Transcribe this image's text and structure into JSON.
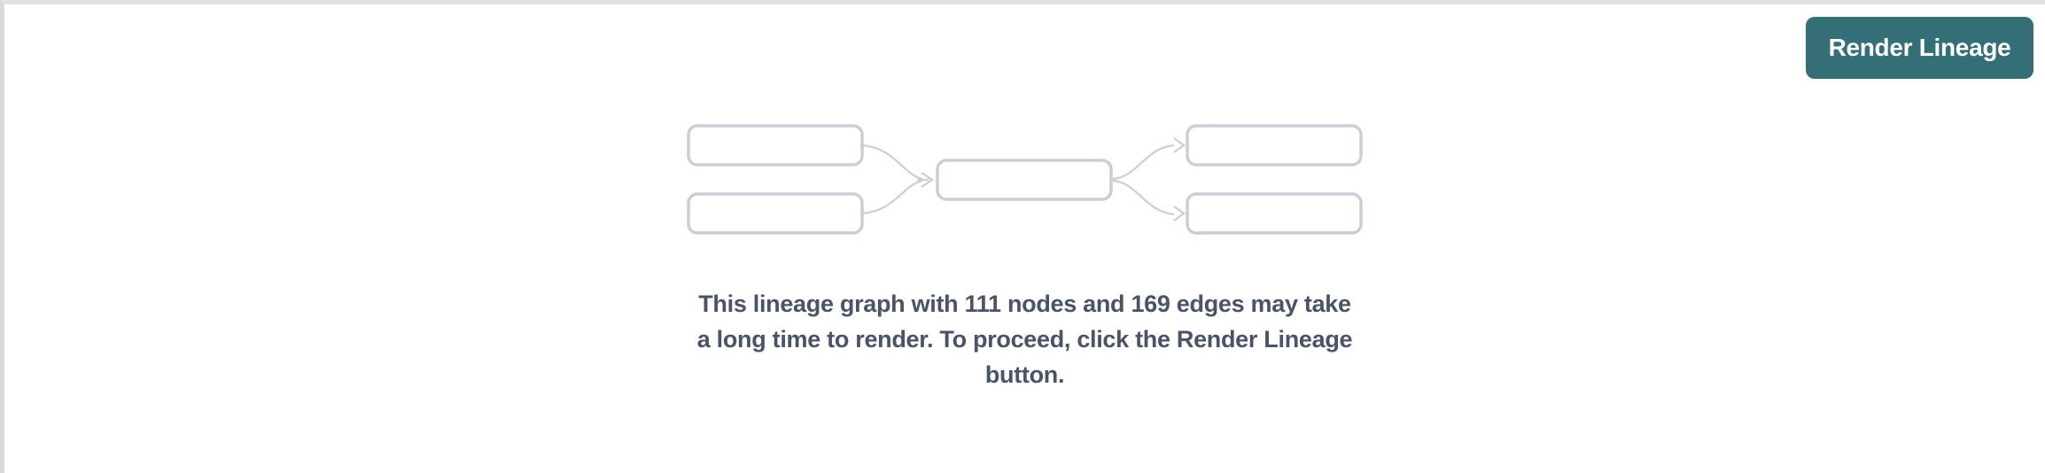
{
  "header": {
    "render_button_label": "Render Lineage"
  },
  "placeholder": {
    "message_text": "This lineage graph with 111 nodes and 169 edges may take a long time to render. To proceed, click the Render Lineage button.",
    "message_lines": [
      "This lineage graph with 111 nodes and 169 edges may take",
      "a long time to render. To proceed, click the Render Lineage",
      "button."
    ],
    "node_count": "111",
    "edge_count": "169"
  },
  "icons": {
    "lineage_graph_placeholder": "five-node-dag-illustration"
  },
  "colors": {
    "accent_teal": "#346e76",
    "button_text": "#ffffff",
    "message_text": "#4a5468",
    "illustration_stroke": "#c9ced7",
    "top_border": "#e1e1e6",
    "left_border": "#d9dade",
    "background": "#ffffff"
  }
}
